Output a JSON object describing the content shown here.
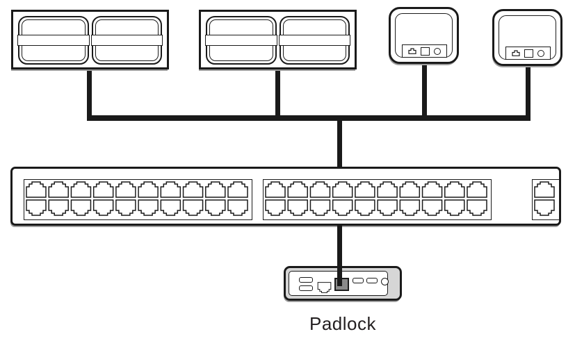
{
  "palette": {
    "line": "#1a1a1a",
    "device_fill": "#ffffff",
    "endpoint_body": "#d6d6d6",
    "endpoint_active_port": "#8a8a8a",
    "shadow": "#9e9e9e"
  },
  "endpoint": {
    "label": "Padlock"
  },
  "network_switch": {
    "blocks": [
      {
        "cols": 10,
        "rows": 2
      },
      {
        "cols": 10,
        "rows": 2
      },
      {
        "cols": 1,
        "rows": 2
      }
    ]
  },
  "wall_plates": {
    "count": 2,
    "modules_each": 2
  },
  "adapters": {
    "count": 2
  },
  "icons": {
    "rj45-port-icon": "stepped-jack-outline",
    "rj45-jack-icon": "stepped-jack-outline",
    "home-icon": "stepped-house-outline",
    "square-indicator-icon": "square-outline",
    "round-led-icon": "circle-outline",
    "vent-slot-icon": "rounded-rect-outline",
    "button-indicator-icon": "rounded-rect-outline"
  }
}
